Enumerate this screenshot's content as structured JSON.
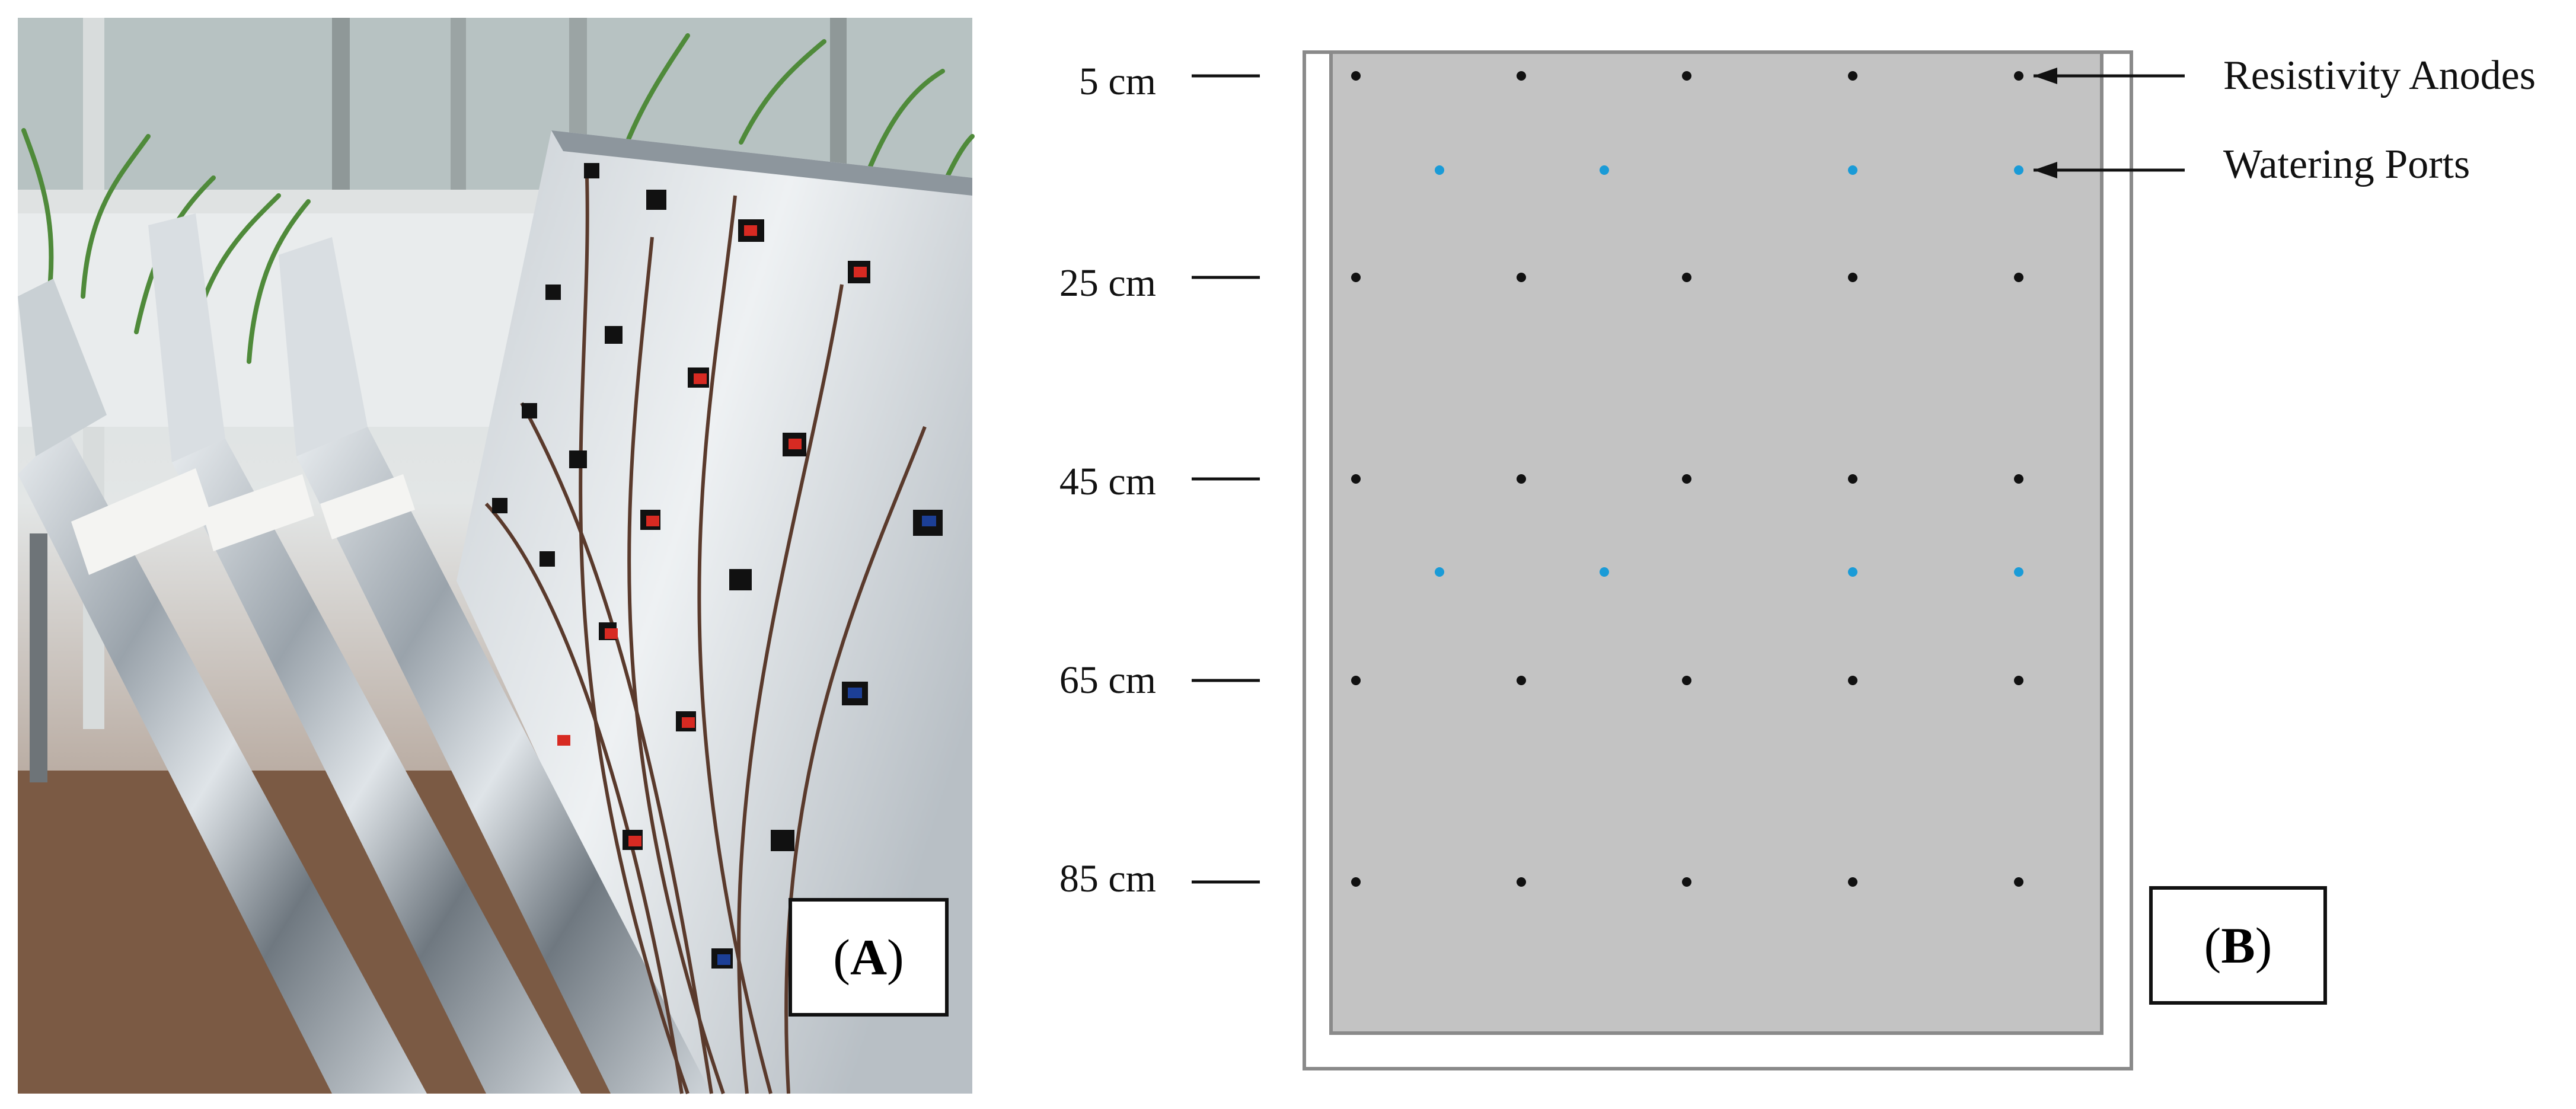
{
  "panels": {
    "photo_label": "A",
    "diagram_label": "B"
  },
  "diagram": {
    "depth_labels": [
      "5 cm",
      "25 cm",
      "45 cm",
      "65 cm",
      "85 cm"
    ],
    "annotations": {
      "anodes": "Resistivity Anodes",
      "ports": "Watering Ports"
    },
    "colors": {
      "panel_fill": "#c3c3c3",
      "panel_border": "#8a8a8a",
      "anode": "#111111",
      "port": "#1a9bd7"
    }
  }
}
